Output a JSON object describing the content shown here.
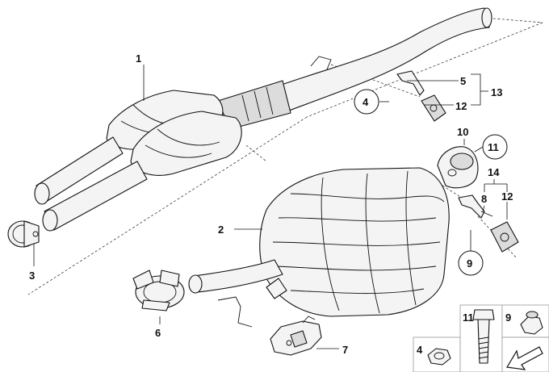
{
  "diagram": {
    "callouts": {
      "c1": "1",
      "c2": "2",
      "c3": "3",
      "c4": "4",
      "c5": "5",
      "c6": "6",
      "c7": "7",
      "c8": "8",
      "c9": "9",
      "c10": "10",
      "c11": "11",
      "c12a": "12",
      "c12b": "12",
      "c13": "13",
      "c14": "14"
    },
    "legend": {
      "l4": "4",
      "l11": "11",
      "l9": "9"
    },
    "icons": [
      "arrow-icon",
      "nut-icon",
      "bolt-icon",
      "self-locking-nut-icon"
    ]
  }
}
